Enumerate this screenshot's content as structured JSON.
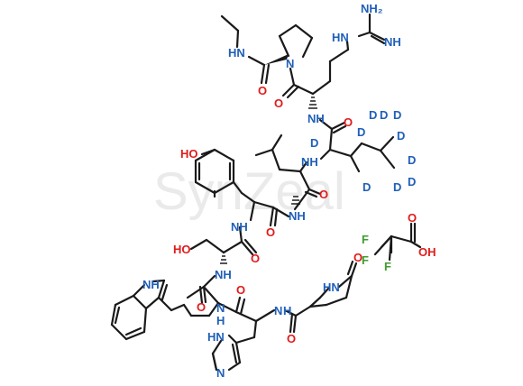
{
  "watermark": "SynZeal",
  "atoms": {
    "nh2": "NH₂",
    "hn_guanidine": "HN",
    "nh_guanidine": "NH",
    "hn_ethyl": "HN",
    "o_proline": "O",
    "n_proline": "N",
    "o_arg": "O",
    "nh_arg": "NH",
    "o_leu_d": "O",
    "nh_leu_d": "NH",
    "o_leu": "O",
    "nh_leu": "NH",
    "ho_tyr": "HO",
    "nh_tyr": "NH",
    "o_tyr": "O",
    "ho_ser": "HO",
    "nh_ser": "NH",
    "o_ser": "O",
    "nh_trp_indole": "NH",
    "o_trp": "O",
    "n_trp": "N",
    "h_trp": "H",
    "o_his": "O",
    "hn_his": "HN",
    "n_his": "N",
    "o_pglu_amide": "O",
    "nh_pglu_amide": "N",
    "h_pglu_amide": "H",
    "hn_pglu": "HN",
    "o_pglu": "O",
    "o_tfa_1": "O",
    "oh_tfa": "OH",
    "f1": "F",
    "f2": "F",
    "f3": "F",
    "d1": "D",
    "d2": "D",
    "d3": "D",
    "d4": "D",
    "d5": "D",
    "d6": "D",
    "d7": "D",
    "d8": "D",
    "d9": "D",
    "d10": "D"
  }
}
